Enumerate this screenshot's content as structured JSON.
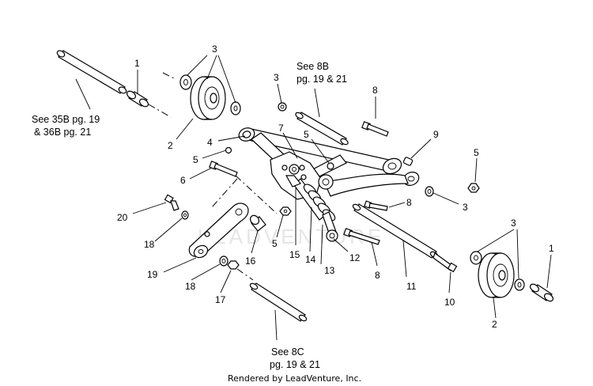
{
  "watermark": "LEADVENTURE",
  "credit": "Rendered by LeadVenture, Inc.",
  "notes": {
    "top_left_line1": "See 35B pg. 19",
    "top_left_line2": "& 36B pg. 21",
    "top_mid_line1": "See 8B",
    "top_mid_line2": "pg. 19 &  21",
    "bottom_line1": "See 8C",
    "bottom_line2": "pg. 19 &  21"
  },
  "callouts": {
    "c1_top": "1",
    "c3_top_left": "3",
    "c2_top_left": "2",
    "c3_top_mid": "3",
    "c8_top": "8",
    "c9": "9",
    "c7": "7",
    "c4": "4",
    "c5_mid_top": "5",
    "c5_left": "5",
    "c6": "6",
    "c5_right": "5",
    "c3_right": "3",
    "c8_mid": "8",
    "c20": "20",
    "c18_top": "18",
    "c19": "19",
    "c18_bottom": "18",
    "c17": "17",
    "c16": "16",
    "c5_center": "5",
    "c15": "15",
    "c14": "14",
    "c13": "13",
    "c12": "12",
    "c8_bottom": "8",
    "c11": "11",
    "c10": "10",
    "c3_bottom_right": "3",
    "c1_bottom_right": "1",
    "c2_bottom_right": "2"
  },
  "colors": {
    "ink": "#000000",
    "background": "#ffffff"
  }
}
